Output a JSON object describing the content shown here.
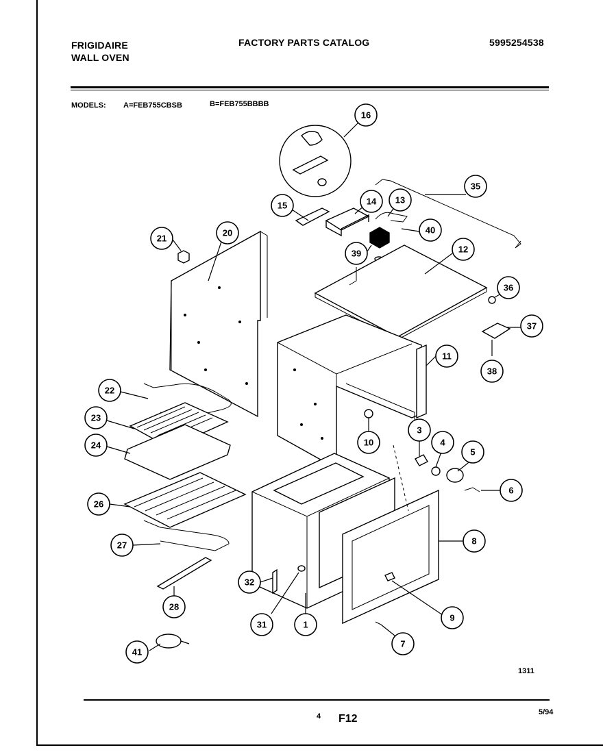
{
  "header": {
    "brand": "FRIGIDAIRE",
    "product": "WALL OVEN",
    "catalog_title": "FACTORY PARTS CATALOG",
    "catalog_number": "5995254538"
  },
  "models_line": {
    "label": "MODELS:",
    "model_a": "A=FEB755CBSB",
    "model_b": "B=FEB755BBBB"
  },
  "callouts": [
    "16",
    "15",
    "14",
    "13",
    "35",
    "40",
    "39",
    "12",
    "21",
    "20",
    "36",
    "37",
    "38",
    "11",
    "22",
    "10",
    "23",
    "3",
    "4",
    "5",
    "24",
    "6",
    "26",
    "8",
    "27",
    "32",
    "9",
    "28",
    "31",
    "1",
    "7",
    "41"
  ],
  "footer": {
    "figure_code": "1311",
    "page_number": "4",
    "figure": "F12",
    "date": "5/94"
  },
  "colors": {
    "ink": "#000000",
    "paper": "#ffffff"
  }
}
